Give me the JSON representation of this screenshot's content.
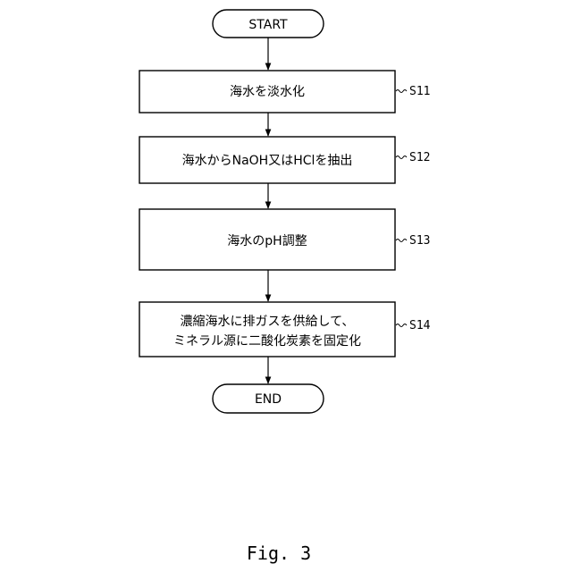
{
  "start": {
    "label": "START"
  },
  "steps": [
    {
      "id": "S11",
      "lines": [
        "海水を淡水化"
      ]
    },
    {
      "id": "S12",
      "lines": [
        "海水からNaOH又はHClを抽出"
      ]
    },
    {
      "id": "S13",
      "lines": [
        "海水のpH調整"
      ]
    },
    {
      "id": "S14",
      "lines": [
        "濃縮海水に排ガスを供給して、",
        "ミネラル源に二酸化炭素を固定化"
      ]
    }
  ],
  "end": {
    "label": "END"
  },
  "caption": "Fig. 3"
}
